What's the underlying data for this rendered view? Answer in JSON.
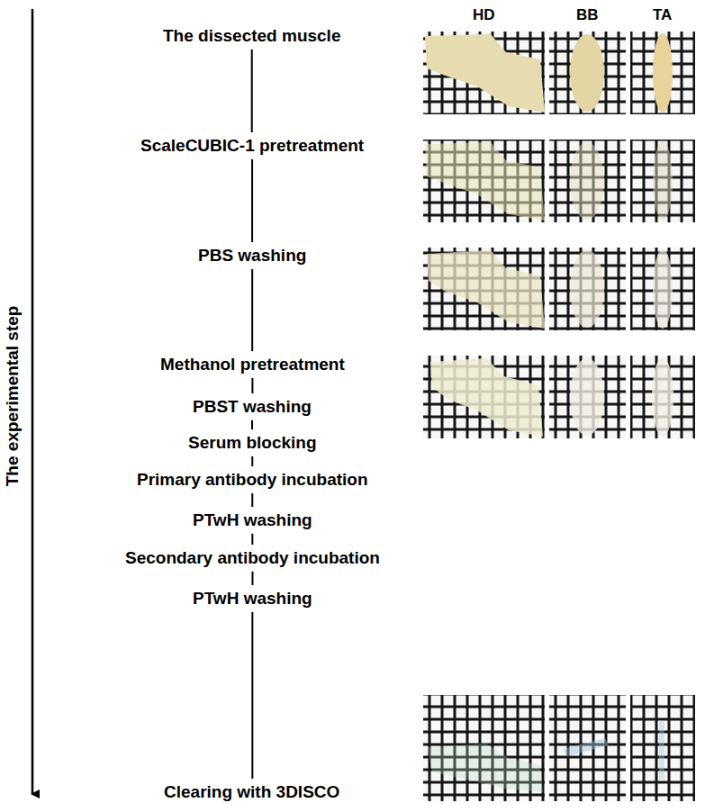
{
  "diagram": {
    "nodes": [
      {
        "text": [
          "The dissected muscle"
        ]
      },
      {
        "text": [
          "ScaleCUBIC-1 pretreatment"
        ]
      },
      {
        "text": [
          "PBS washing"
        ]
      },
      {
        "text": [
          "Methanol pretreatment"
        ]
      },
      {
        "text": [
          "PBST washing"
        ]
      },
      {
        "text": [
          "Serum blocking"
        ]
      },
      {
        "text": [
          "Primary antibody incubation"
        ]
      },
      {
        "text": [
          "PTwH washing"
        ]
      },
      {
        "text": [
          "Secondary antibody incubation"
        ]
      },
      {
        "text": [
          "PTwH washing"
        ]
      },
      {
        "text": [
          "Clearing with 3DISCO"
        ]
      }
    ],
    "edges": [
      {
        "from": 0,
        "to": 1,
        "arrow": "none"
      },
      {
        "from": 1,
        "to": 2,
        "arrow": "none"
      },
      {
        "from": 2,
        "to": 3,
        "arrow": "none"
      },
      {
        "from": 3,
        "to": 4,
        "arrow": "none"
      },
      {
        "from": 4,
        "to": 5,
        "arrow": "none"
      },
      {
        "from": 5,
        "to": 6,
        "arrow": "none"
      },
      {
        "from": 6,
        "to": 7,
        "arrow": "none"
      },
      {
        "from": 7,
        "to": 8,
        "arrow": "none"
      },
      {
        "from": 8,
        "to": 9,
        "arrow": "none"
      },
      {
        "from": 9,
        "to": 10,
        "arrow": "none"
      }
    ],
    "labels": [
      "The experimental step",
      "HD",
      "BB",
      "TA"
    ]
  }
}
